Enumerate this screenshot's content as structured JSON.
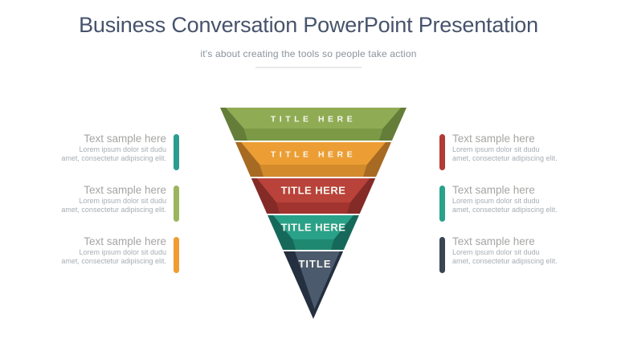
{
  "slide": {
    "title": "Business Conversation PowerPoint Presentation",
    "subtitle": "it's about creating the tools so people take action"
  },
  "funnel": {
    "label_color": "#F7F7F0",
    "layers": [
      {
        "label": "TITLE HERE",
        "colors": {
          "face": "#8FAC54",
          "band": "#7C9A45",
          "dark": "#647E3A"
        }
      },
      {
        "label": "TITLE HERE",
        "colors": {
          "face": "#EC9E34",
          "band": "#D38A2B",
          "dark": "#A76A23"
        }
      },
      {
        "label": "TITLE HERE",
        "colors": {
          "face": "#B9423A",
          "band": "#A1342F",
          "dark": "#842B27"
        }
      },
      {
        "label": "TITLE HERE",
        "colors": {
          "face": "#2AA189",
          "band": "#1F8871",
          "dark": "#16695A"
        }
      },
      {
        "label": "TITLE",
        "colors": {
          "face": "#4C5A6D",
          "dark": "#242F3F"
        }
      }
    ]
  },
  "left_blocks": [
    {
      "heading": "Text sample here",
      "body_line1": "Lorem ipsum dolor sit dudu",
      "body_line2": "amet, consectetur adipiscing elit.",
      "bar_color": "#2A9D8F"
    },
    {
      "heading": "Text sample here",
      "body_line1": "Lorem ipsum dolor sit dudu",
      "body_line2": "amet, consectetur adipiscing elit.",
      "bar_color": "#9BB55E"
    },
    {
      "heading": "Text sample here",
      "body_line1": "Lorem ipsum dolor sit dudu",
      "body_line2": "amet, consectetur adipiscing elit.",
      "bar_color": "#F09C33"
    }
  ],
  "right_blocks": [
    {
      "heading": "Text sample here",
      "body_line1": "Lorem ipsum dolor sit dudu",
      "body_line2": "amet, consectetur adipiscing elit.",
      "bar_color": "#B23B35"
    },
    {
      "heading": "Text sample here",
      "body_line1": "Lorem ipsum dolor sit dudu",
      "body_line2": "amet, consectetur adipiscing elit.",
      "bar_color": "#2AA18B"
    },
    {
      "heading": "Text sample here",
      "body_line1": "Lorem ipsum dolor sit dudu",
      "body_line2": "amet, consectetur adipiscing elit.",
      "bar_color": "#3A4554"
    }
  ]
}
